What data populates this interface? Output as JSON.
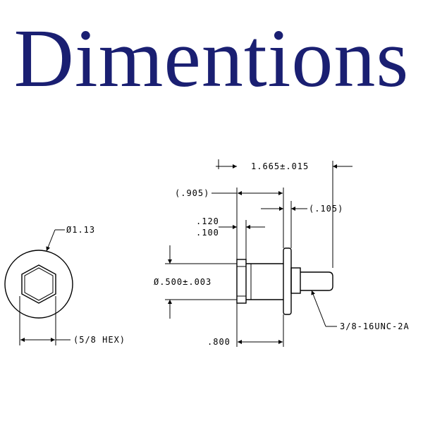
{
  "title": "Dimentions",
  "end_view": {
    "diameter_label": "Ø1.13",
    "hex_label": "(5/8 HEX)"
  },
  "side_view": {
    "overall_length": "1.665±.015",
    "flange_offset": "(.905)",
    "flange_thickness": "(.105)",
    "hex_thickness_max": ".120",
    "hex_thickness_min": ".100",
    "body_diameter": "Ø.500±.003",
    "body_length": ".800",
    "thread_spec": "3/8-16UNC-2A"
  }
}
